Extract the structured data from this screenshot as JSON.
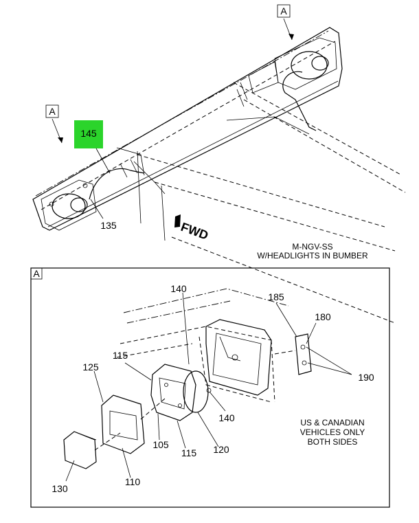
{
  "top_view": {
    "callout_a_right": "A",
    "callout_a_left": "A",
    "highlight_label": "145",
    "highlight_color": "#2bd42b",
    "part_135": "135",
    "fwd_label": "FWD",
    "caption_line1": "M-NGV-SS",
    "caption_line2": "W/HEADLIGHTS IN BUMBER"
  },
  "detail_view": {
    "frame_label": "A",
    "parts": {
      "p140_top": "140",
      "p185": "185",
      "p180": "180",
      "p115_top": "115",
      "p125": "125",
      "p190": "190",
      "p140_right": "140",
      "p105": "105",
      "p115_bottom": "115",
      "p120": "120",
      "p130": "130",
      "p110": "110"
    },
    "note_line1": "US & CANADIAN",
    "note_line2": "VEHICLES ONLY",
    "note_line3": "BOTH SIDES"
  }
}
